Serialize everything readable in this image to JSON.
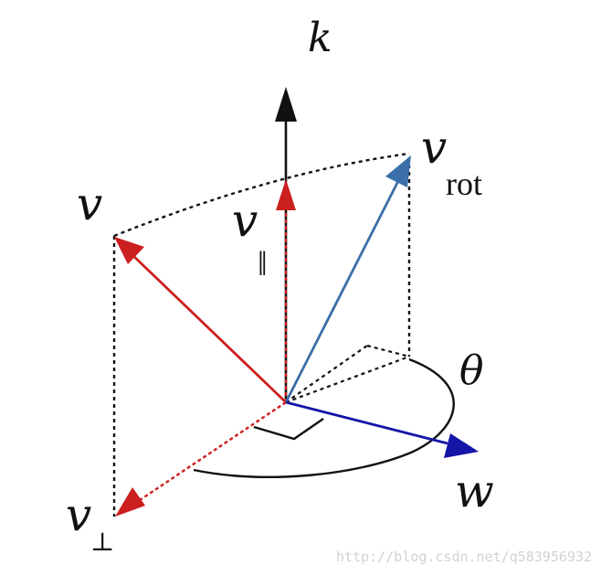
{
  "labels": {
    "k": "k",
    "v": "v",
    "v_rot": "v",
    "v_rot_sub": "rot",
    "v_par": "v",
    "v_par_sub": "‖",
    "v_perp": "v",
    "v_perp_sub": "⊥",
    "theta": "θ",
    "w": "w"
  },
  "watermark": "http://blog.csdn.net/q583956932",
  "colors": {
    "red": "#cc1f1f",
    "blue": "#3a6fa8",
    "navy": "#1515a8",
    "black": "#111111"
  }
}
